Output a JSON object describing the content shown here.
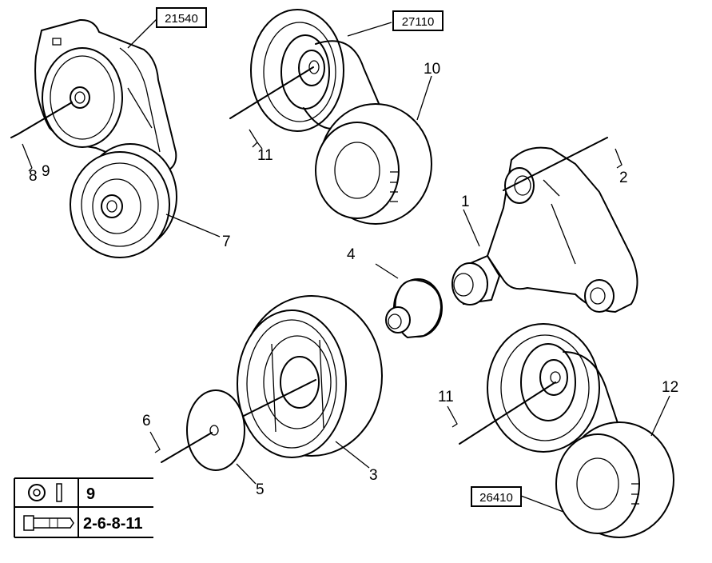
{
  "diagram": {
    "ref_boxes": {
      "r21540": "21540",
      "r27110": "27110",
      "r26410": "26410"
    },
    "callouts": {
      "c1": "1",
      "c2": "2",
      "c3": "3",
      "c4": "4",
      "c5": "5",
      "c6": "6",
      "c7": "7",
      "c8": "8",
      "c9": "9",
      "c10": "10",
      "c11a": "11",
      "c11b": "11",
      "c12": "12"
    },
    "legend": {
      "row1": "9",
      "row2": "2-6-8-11"
    }
  }
}
